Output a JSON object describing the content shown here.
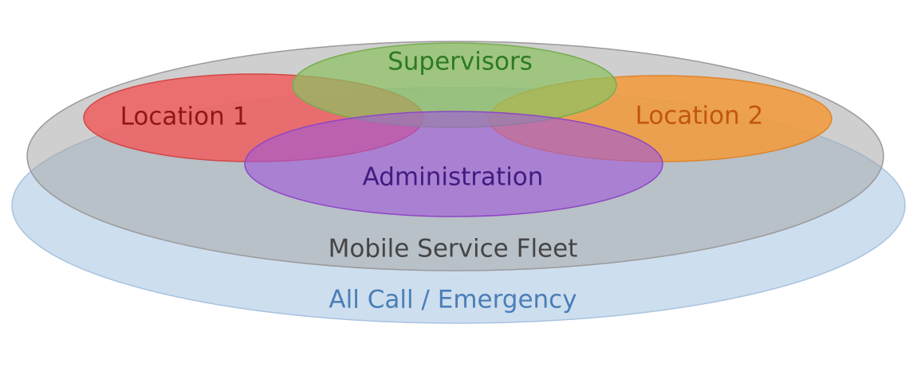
{
  "diagram": {
    "title": "",
    "groups": {
      "all_call": {
        "label": "All Call / Emergency",
        "fill": "#bcd3ea",
        "text_color": "#4a7eb6"
      },
      "fleet": {
        "label": "Mobile Service Fleet",
        "fill": "#a7a7a7",
        "text_color": "#454545"
      },
      "location1": {
        "label": "Location 1",
        "fill": "#f05e5e",
        "text_color": "#8e1717"
      },
      "location2": {
        "label": "Location 2",
        "fill": "#f39a3a",
        "text_color": "#c2560d"
      },
      "supervisors": {
        "label": "Supervisors",
        "fill": "#8cc063",
        "text_color": "#2d7a22"
      },
      "administration": {
        "label": "Administration",
        "fill": "#a259d9",
        "text_color": "#401c82"
      }
    }
  }
}
